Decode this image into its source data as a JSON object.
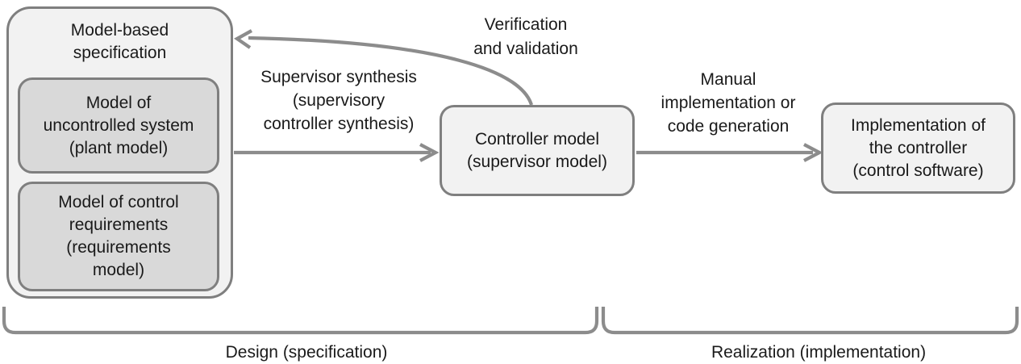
{
  "diagram": {
    "outer_box": {
      "title_lines": [
        "Model-based",
        "specification"
      ]
    },
    "plant_box": {
      "lines": [
        "Model of",
        "uncontrolled system",
        "(plant model)"
      ]
    },
    "requirements_box": {
      "lines": [
        "Model of control",
        "requirements",
        "(requirements",
        "model)"
      ]
    },
    "controller_box": {
      "lines": [
        "Controller model",
        "(supervisor model)"
      ]
    },
    "implementation_box": {
      "lines": [
        "Implementation of",
        "the controller",
        "(control software)"
      ]
    },
    "labels": {
      "supervisor_synthesis": {
        "lines": [
          "Supervisor synthesis",
          "(supervisory",
          "controller synthesis)"
        ]
      },
      "verification": {
        "lines": [
          "Verification",
          "and validation"
        ]
      },
      "manual": {
        "lines": [
          "Manual",
          "implementation or",
          "code generation"
        ]
      },
      "design": "Design (specification)",
      "realization": "Realization (implementation)"
    },
    "colors": {
      "box_fill_light": "#f2f2f2",
      "box_fill_dark": "#d9d9d9",
      "box_border": "#7f7f7f",
      "arrow": "#8c8c8c",
      "text": "#1a1a1a"
    }
  }
}
